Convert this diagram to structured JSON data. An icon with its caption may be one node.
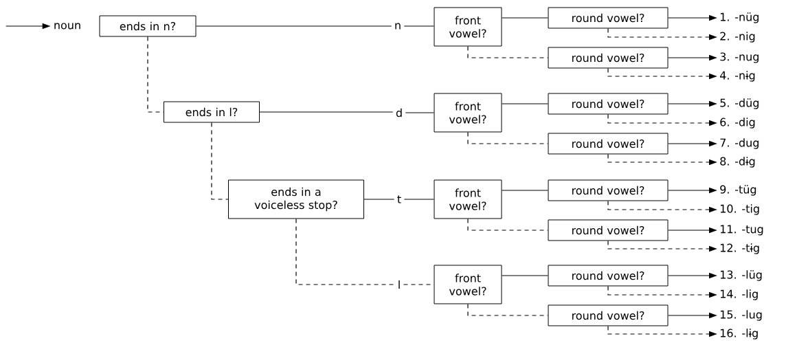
{
  "diagram": {
    "nodes": [
      {
        "text": [
          "noun"
        ]
      },
      {
        "text": [
          "ends in n?"
        ]
      },
      {
        "text": [
          "ends in l?"
        ]
      },
      {
        "text": [
          "ends in a voiceless stop?"
        ]
      },
      {
        "text": [
          "n"
        ]
      },
      {
        "text": [
          "d"
        ]
      },
      {
        "text": [
          "t"
        ]
      },
      {
        "text": [
          "l"
        ]
      },
      {
        "text": [
          "front vowel?"
        ]
      },
      {
        "text": [
          "round vowel?"
        ]
      },
      {
        "text": [
          "round vowel?"
        ]
      },
      {
        "text": [
          "1. -nüg"
        ]
      },
      {
        "text": [
          "2. -nig"
        ]
      },
      {
        "text": [
          "3. -nug"
        ]
      },
      {
        "text": [
          "4. -nɨg"
        ]
      },
      {
        "text": [
          "front vowel?"
        ]
      },
      {
        "text": [
          "round vowel?"
        ]
      },
      {
        "text": [
          "round vowel?"
        ]
      },
      {
        "text": [
          "5. -düg"
        ]
      },
      {
        "text": [
          "6. -dig"
        ]
      },
      {
        "text": [
          "7. -dug"
        ]
      },
      {
        "text": [
          "8. -dɨg"
        ]
      },
      {
        "text": [
          "front vowel?"
        ]
      },
      {
        "text": [
          "round vowel?"
        ]
      },
      {
        "text": [
          "round vowel?"
        ]
      },
      {
        "text": [
          "9. -tüg"
        ]
      },
      {
        "text": [
          "10. -tig"
        ]
      },
      {
        "text": [
          "11. -tug"
        ]
      },
      {
        "text": [
          "12. -tɨg"
        ]
      },
      {
        "text": [
          "front vowel?"
        ]
      },
      {
        "text": [
          "round vowel?"
        ]
      },
      {
        "text": [
          "round vowel?"
        ]
      },
      {
        "text": [
          "13. -lüg"
        ]
      },
      {
        "text": [
          "14. -lig"
        ]
      },
      {
        "text": [
          "15. -lug"
        ]
      },
      {
        "text": [
          "16. -lɨg"
        ]
      }
    ],
    "edges": [
      {
        "from": null,
        "to": 0,
        "arrow": "to"
      },
      {
        "from": 1,
        "to": 4,
        "arrow": "none"
      },
      {
        "from": 4,
        "to": 8,
        "arrow": "none"
      },
      {
        "from": 1,
        "to": 2,
        "arrow": "none",
        "style": "dashed"
      },
      {
        "from": 2,
        "to": 5,
        "arrow": "none"
      },
      {
        "from": 5,
        "to": 15,
        "arrow": "none"
      },
      {
        "from": 2,
        "to": 3,
        "arrow": "none",
        "style": "dashed"
      },
      {
        "from": 3,
        "to": 6,
        "arrow": "none"
      },
      {
        "from": 6,
        "to": 22,
        "arrow": "none"
      },
      {
        "from": 3,
        "to": 7,
        "arrow": "none",
        "style": "dashed"
      },
      {
        "from": 7,
        "to": 29,
        "arrow": "none",
        "style": "dashed"
      },
      {
        "from": 8,
        "to": 9,
        "arrow": "none"
      },
      {
        "from": 8,
        "to": 10,
        "arrow": "none",
        "style": "dashed"
      },
      {
        "from": 9,
        "to": 11,
        "arrow": "to"
      },
      {
        "from": 9,
        "to": 12,
        "arrow": "to",
        "style": "dashed"
      },
      {
        "from": 10,
        "to": 13,
        "arrow": "to"
      },
      {
        "from": 10,
        "to": 14,
        "arrow": "to",
        "style": "dashed"
      },
      {
        "from": 15,
        "to": 16,
        "arrow": "none"
      },
      {
        "from": 15,
        "to": 17,
        "arrow": "none",
        "style": "dashed"
      },
      {
        "from": 16,
        "to": 18,
        "arrow": "to"
      },
      {
        "from": 16,
        "to": 19,
        "arrow": "to",
        "style": "dashed"
      },
      {
        "from": 17,
        "to": 20,
        "arrow": "to"
      },
      {
        "from": 17,
        "to": 21,
        "arrow": "to",
        "style": "dashed"
      },
      {
        "from": 22,
        "to": 23,
        "arrow": "none"
      },
      {
        "from": 22,
        "to": 24,
        "arrow": "none",
        "style": "dashed"
      },
      {
        "from": 23,
        "to": 25,
        "arrow": "to"
      },
      {
        "from": 23,
        "to": 26,
        "arrow": "to",
        "style": "dashed"
      },
      {
        "from": 24,
        "to": 27,
        "arrow": "to"
      },
      {
        "from": 24,
        "to": 28,
        "arrow": "to",
        "style": "dashed"
      },
      {
        "from": 29,
        "to": 30,
        "arrow": "none"
      },
      {
        "from": 29,
        "to": 31,
        "arrow": "none",
        "style": "dashed"
      },
      {
        "from": 30,
        "to": 32,
        "arrow": "to"
      },
      {
        "from": 30,
        "to": 33,
        "arrow": "to",
        "style": "dashed"
      },
      {
        "from": 31,
        "to": 34,
        "arrow": "to"
      },
      {
        "from": 31,
        "to": 35,
        "arrow": "to",
        "style": "dashed"
      }
    ]
  }
}
